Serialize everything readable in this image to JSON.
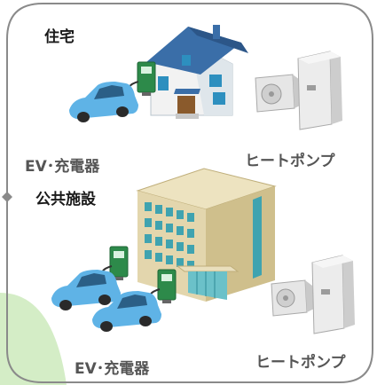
{
  "sections": [
    {
      "title": "住宅",
      "ev_label": "EV･充電器",
      "hp_label": "ヒートポンプ"
    },
    {
      "title": "公共施設",
      "ev_label": "EV･充電器",
      "hp_label": "ヒートポンプ"
    }
  ],
  "icons": [
    "house-icon",
    "ev-car-icon",
    "ev-charger-icon",
    "heat-pump-outdoor-unit-icon",
    "heat-pump-tank-icon",
    "office-building-icon"
  ],
  "colors": {
    "frame": "#8a8a8a",
    "green_blob": "#d4edc6",
    "car": "#5fb3e6",
    "charger": "#2d8a4a",
    "roof": "#3a6ea8",
    "building": "#e3d6ad",
    "building_glass": "#3fa3b0"
  }
}
